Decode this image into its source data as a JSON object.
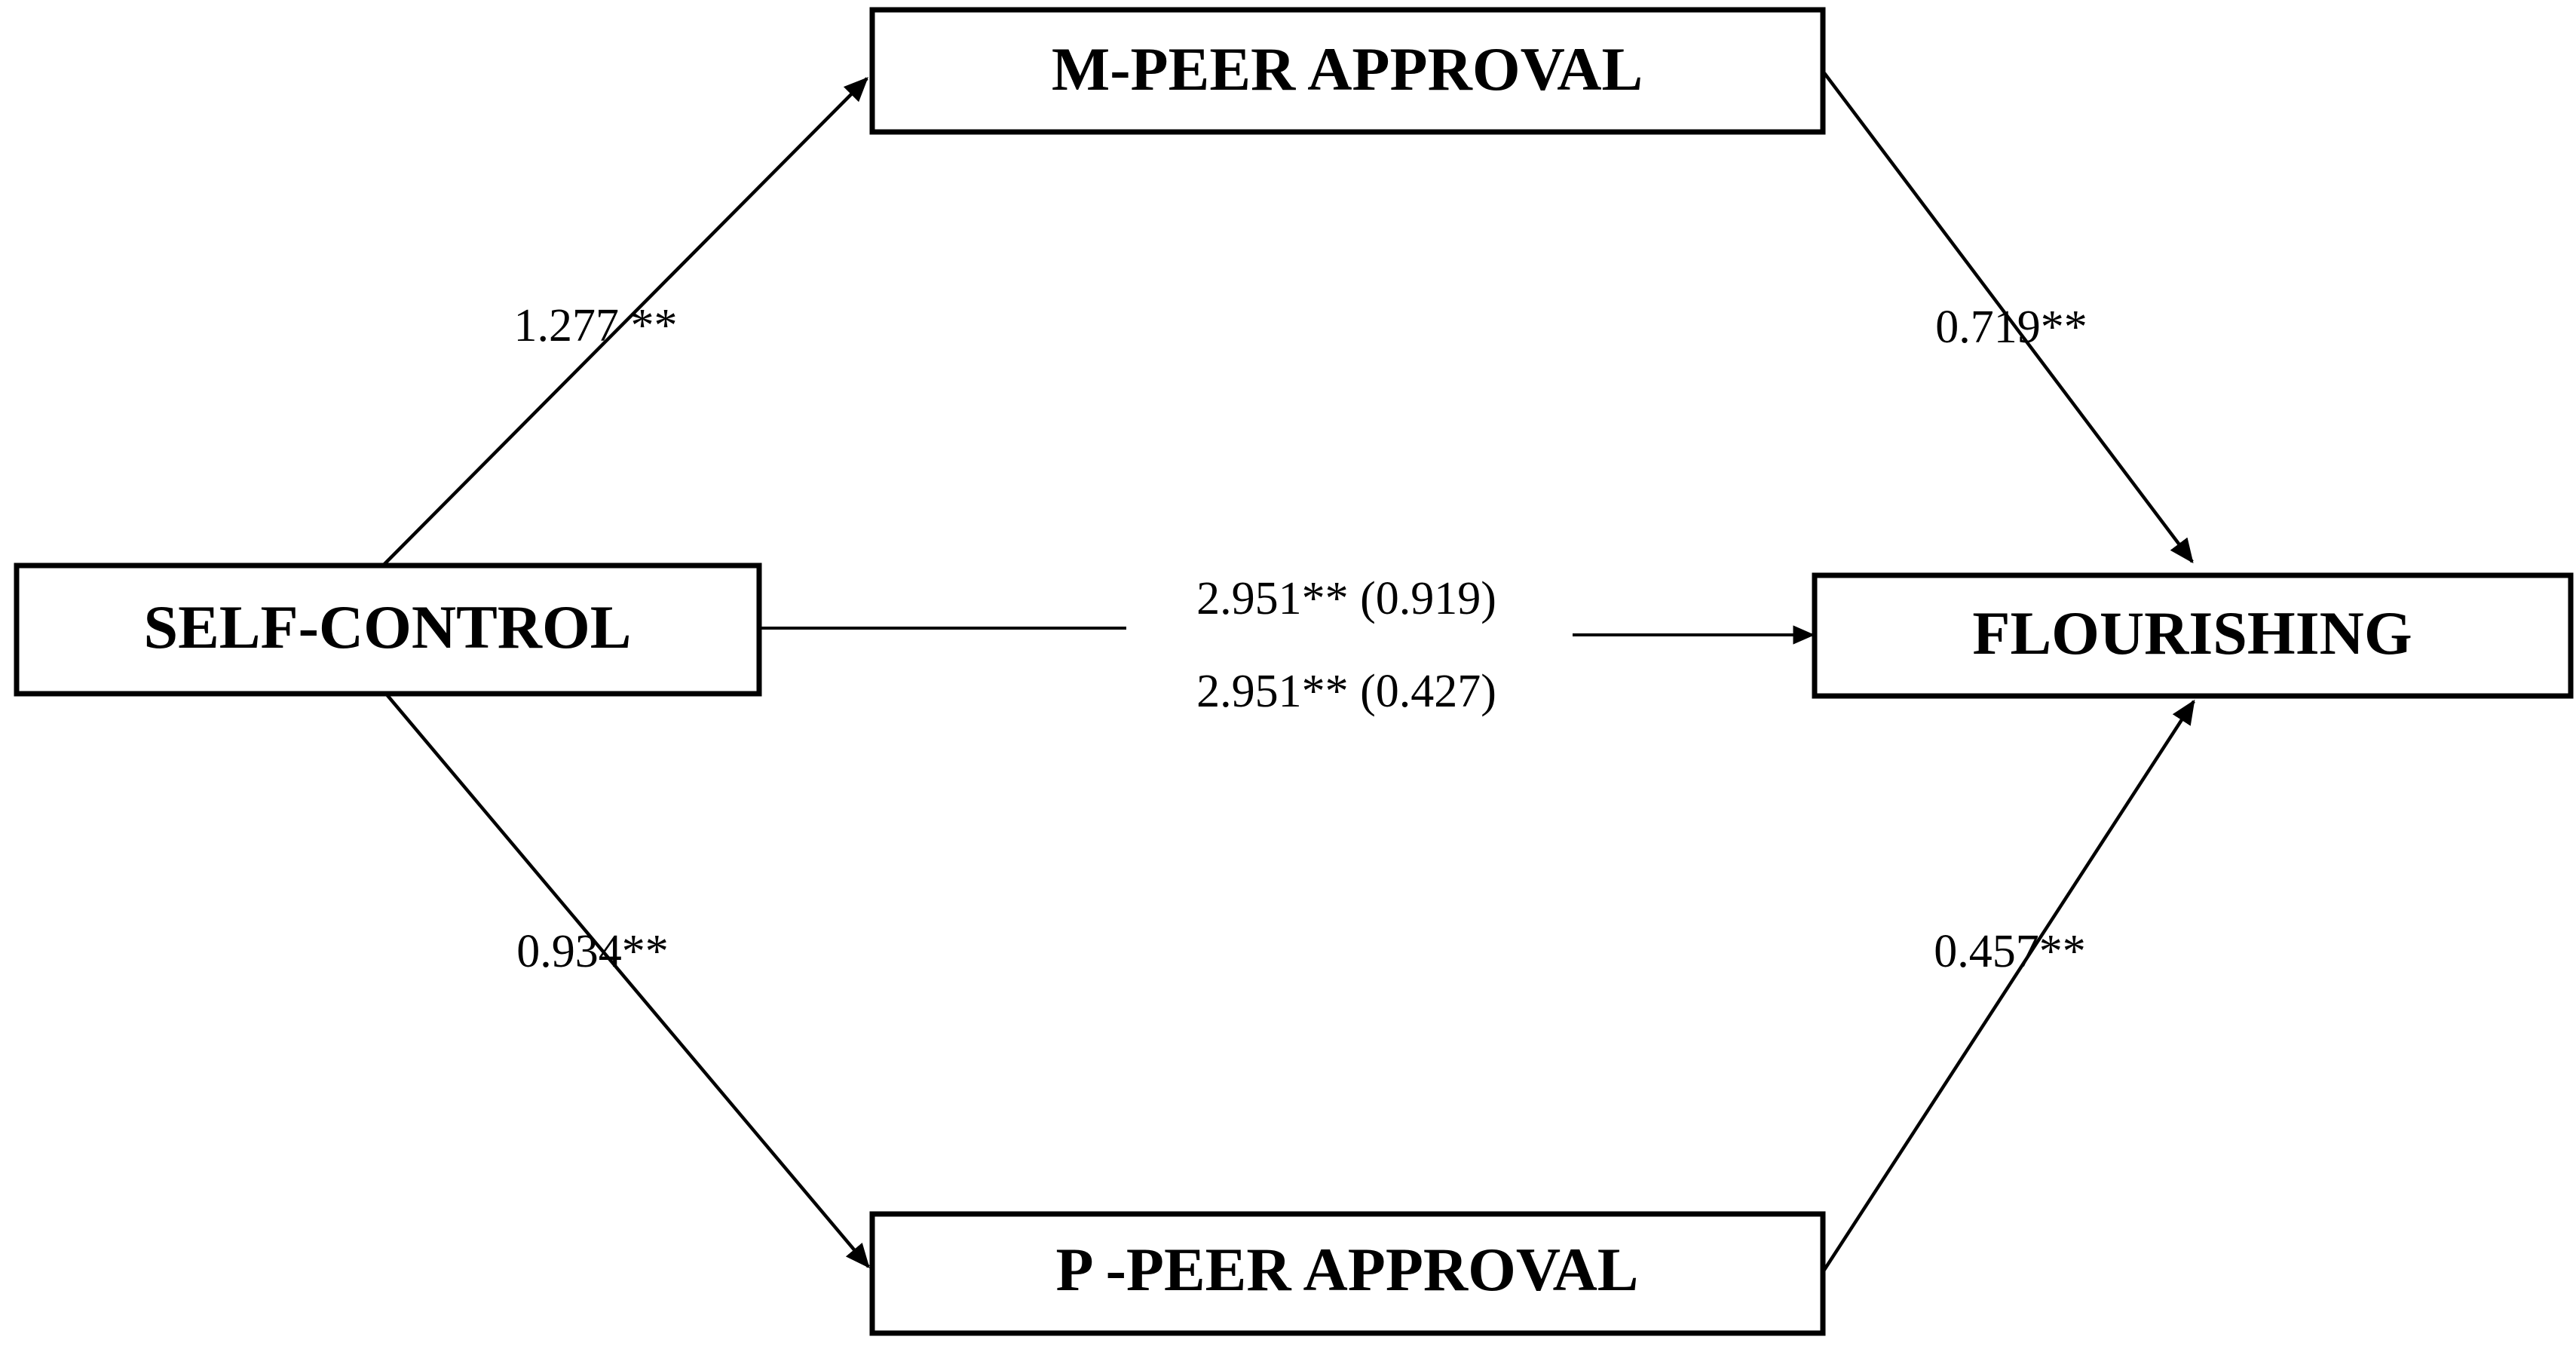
{
  "diagram": {
    "type": "path-analysis-mediation-model",
    "nodes": [
      {
        "id": "self_control",
        "label": "SELF-CONTROL"
      },
      {
        "id": "m_peer_approval",
        "label": "M-PEER APPROVAL"
      },
      {
        "id": "p_peer_approval",
        "label": "P -PEER APPROVAL"
      },
      {
        "id": "flourishing",
        "label": "FLOURISHING"
      }
    ],
    "edges": [
      {
        "id": "sc_to_mpeer",
        "from": "self_control",
        "to": "m_peer_approval",
        "label": "1.277 **"
      },
      {
        "id": "mpeer_to_flourishing",
        "from": "m_peer_approval",
        "to": "flourishing",
        "label": "0.719**"
      },
      {
        "id": "sc_to_ppeer",
        "from": "self_control",
        "to": "p_peer_approval",
        "label": "0.934**"
      },
      {
        "id": "ppeer_to_flourishing",
        "from": "p_peer_approval",
        "to": "flourishing",
        "label": "0.457**"
      },
      {
        "id": "sc_to_flourishing_direct",
        "from": "self_control",
        "to": "flourishing",
        "label_total": "2.951** (0.919)",
        "label_direct": "2.951** (0.427)"
      }
    ],
    "colors": {
      "stroke": "#000000",
      "fill": "#ffffff",
      "text": "#000000"
    }
  }
}
